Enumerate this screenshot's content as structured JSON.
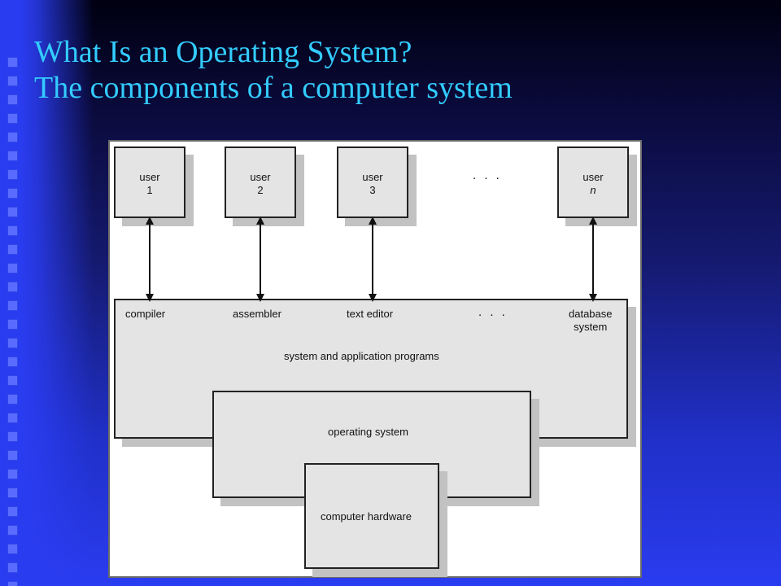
{
  "slide": {
    "title_line1": "What Is an Operating System?",
    "title_line2": "The components of a computer system"
  },
  "diagram": {
    "users": [
      {
        "label": "user",
        "number": "1"
      },
      {
        "label": "user",
        "number": "2"
      },
      {
        "label": "user",
        "number": "3"
      },
      {
        "label": "user",
        "number": "n"
      }
    ],
    "user_ellipsis": ". . .",
    "programs": [
      "compiler",
      "assembler",
      "text editor",
      "database",
      "system"
    ],
    "programs_ellipsis": ". . .",
    "layer_programs": "system and application programs",
    "layer_os": "operating system",
    "layer_hardware": "computer hardware"
  },
  "colors": {
    "title": "#33ccff",
    "box_fill": "#e4e4e4",
    "box_shadow": "#c2c2c2"
  }
}
